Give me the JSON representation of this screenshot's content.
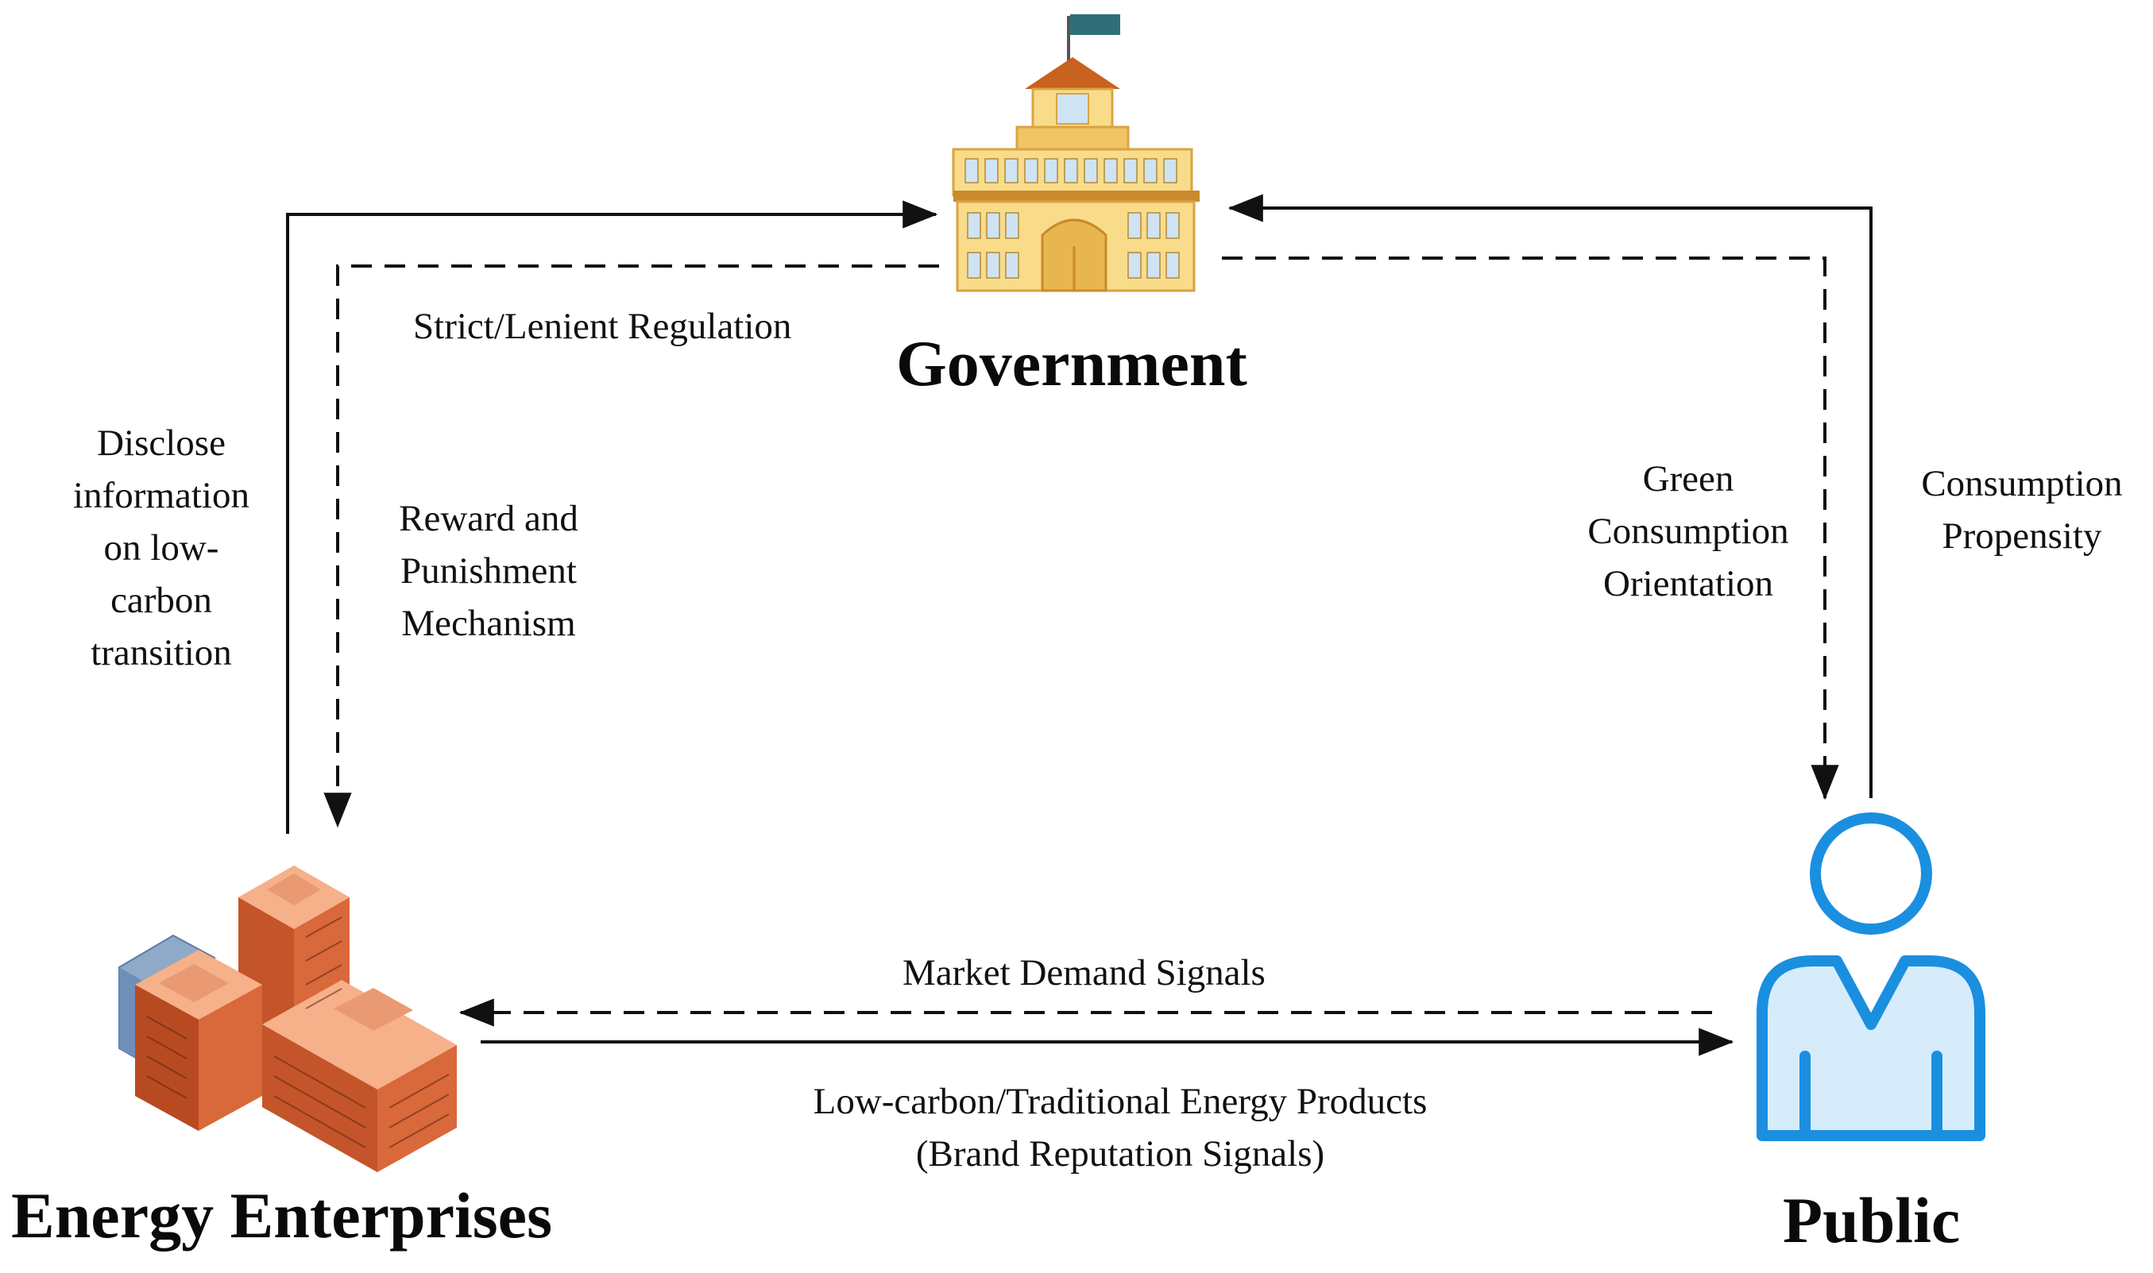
{
  "nodes": {
    "government": {
      "title": "Government",
      "icon": "government-building-icon"
    },
    "enterprises": {
      "title": "Energy Enterprises",
      "icon": "factory-buildings-icon"
    },
    "public": {
      "title": "Public",
      "icon": "person-icon"
    }
  },
  "labels": {
    "strict_lenient": "Strict/Lenient Regulation",
    "disclose": [
      "Disclose",
      "information",
      "on low-",
      "carbon",
      "transition"
    ],
    "reward": [
      "Reward and",
      "Punishment",
      "Mechanism"
    ],
    "green": [
      "Green",
      "Consumption",
      "Orientation"
    ],
    "propensity": [
      "Consumption",
      "Propensity"
    ],
    "market": "Market Demand Signals",
    "products": [
      "Low-carbon/Traditional Energy Products",
      "(Brand Reputation Signals)"
    ]
  },
  "colors": {
    "line": "#111111",
    "person_stroke": "#1a8fe0",
    "person_fill": "#d6ecfb",
    "building_wall": "#f9dc8a",
    "building_trim": "#d9a441",
    "flag": "#2f6f7a",
    "factory_brick": "#d9683a",
    "factory_roof": "#f6b08a",
    "factory_glass": "#8fa9c9"
  }
}
